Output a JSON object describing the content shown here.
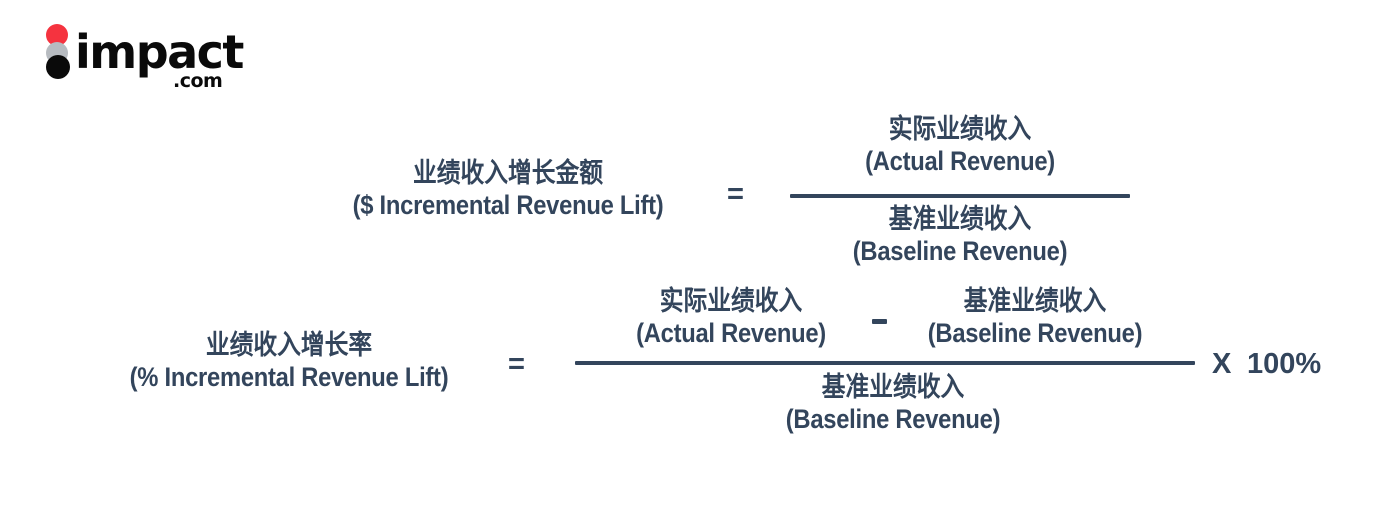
{
  "brand": {
    "logo_name": "impact-logo",
    "wordmark": "impact",
    "tld": ".com",
    "dot_red": "#F5333F",
    "dot_gray": "#B7BBC0",
    "dot_black": "#0A0A0A"
  },
  "theme": {
    "background": "#FFFFFF",
    "text_color": "#33455C"
  },
  "formulas": [
    {
      "id": "incremental-revenue-lift-dollar",
      "label_cn": "业绩收入增长金额",
      "label_en": "($ Incremental Revenue Lift)",
      "equals": "=",
      "numerator_cn": "实际业绩收入",
      "numerator_en": "(Actual Revenue)",
      "denominator_cn": "基准业绩收入",
      "denominator_en": "(Baseline Revenue)"
    },
    {
      "id": "incremental-revenue-lift-percent",
      "label_cn": "业绩收入增长率",
      "label_en": "(% Incremental Revenue Lift)",
      "equals": "=",
      "numerator_left_cn": "实际业绩收入",
      "numerator_left_en": "(Actual Revenue)",
      "numerator_operator": "-",
      "numerator_right_cn": "基准业绩收入",
      "numerator_right_en": "(Baseline Revenue)",
      "denominator_cn": "基准业绩收入",
      "denominator_en": "(Baseline Revenue)",
      "multiplier_operator": "X",
      "multiplier_value": "100%"
    }
  ]
}
